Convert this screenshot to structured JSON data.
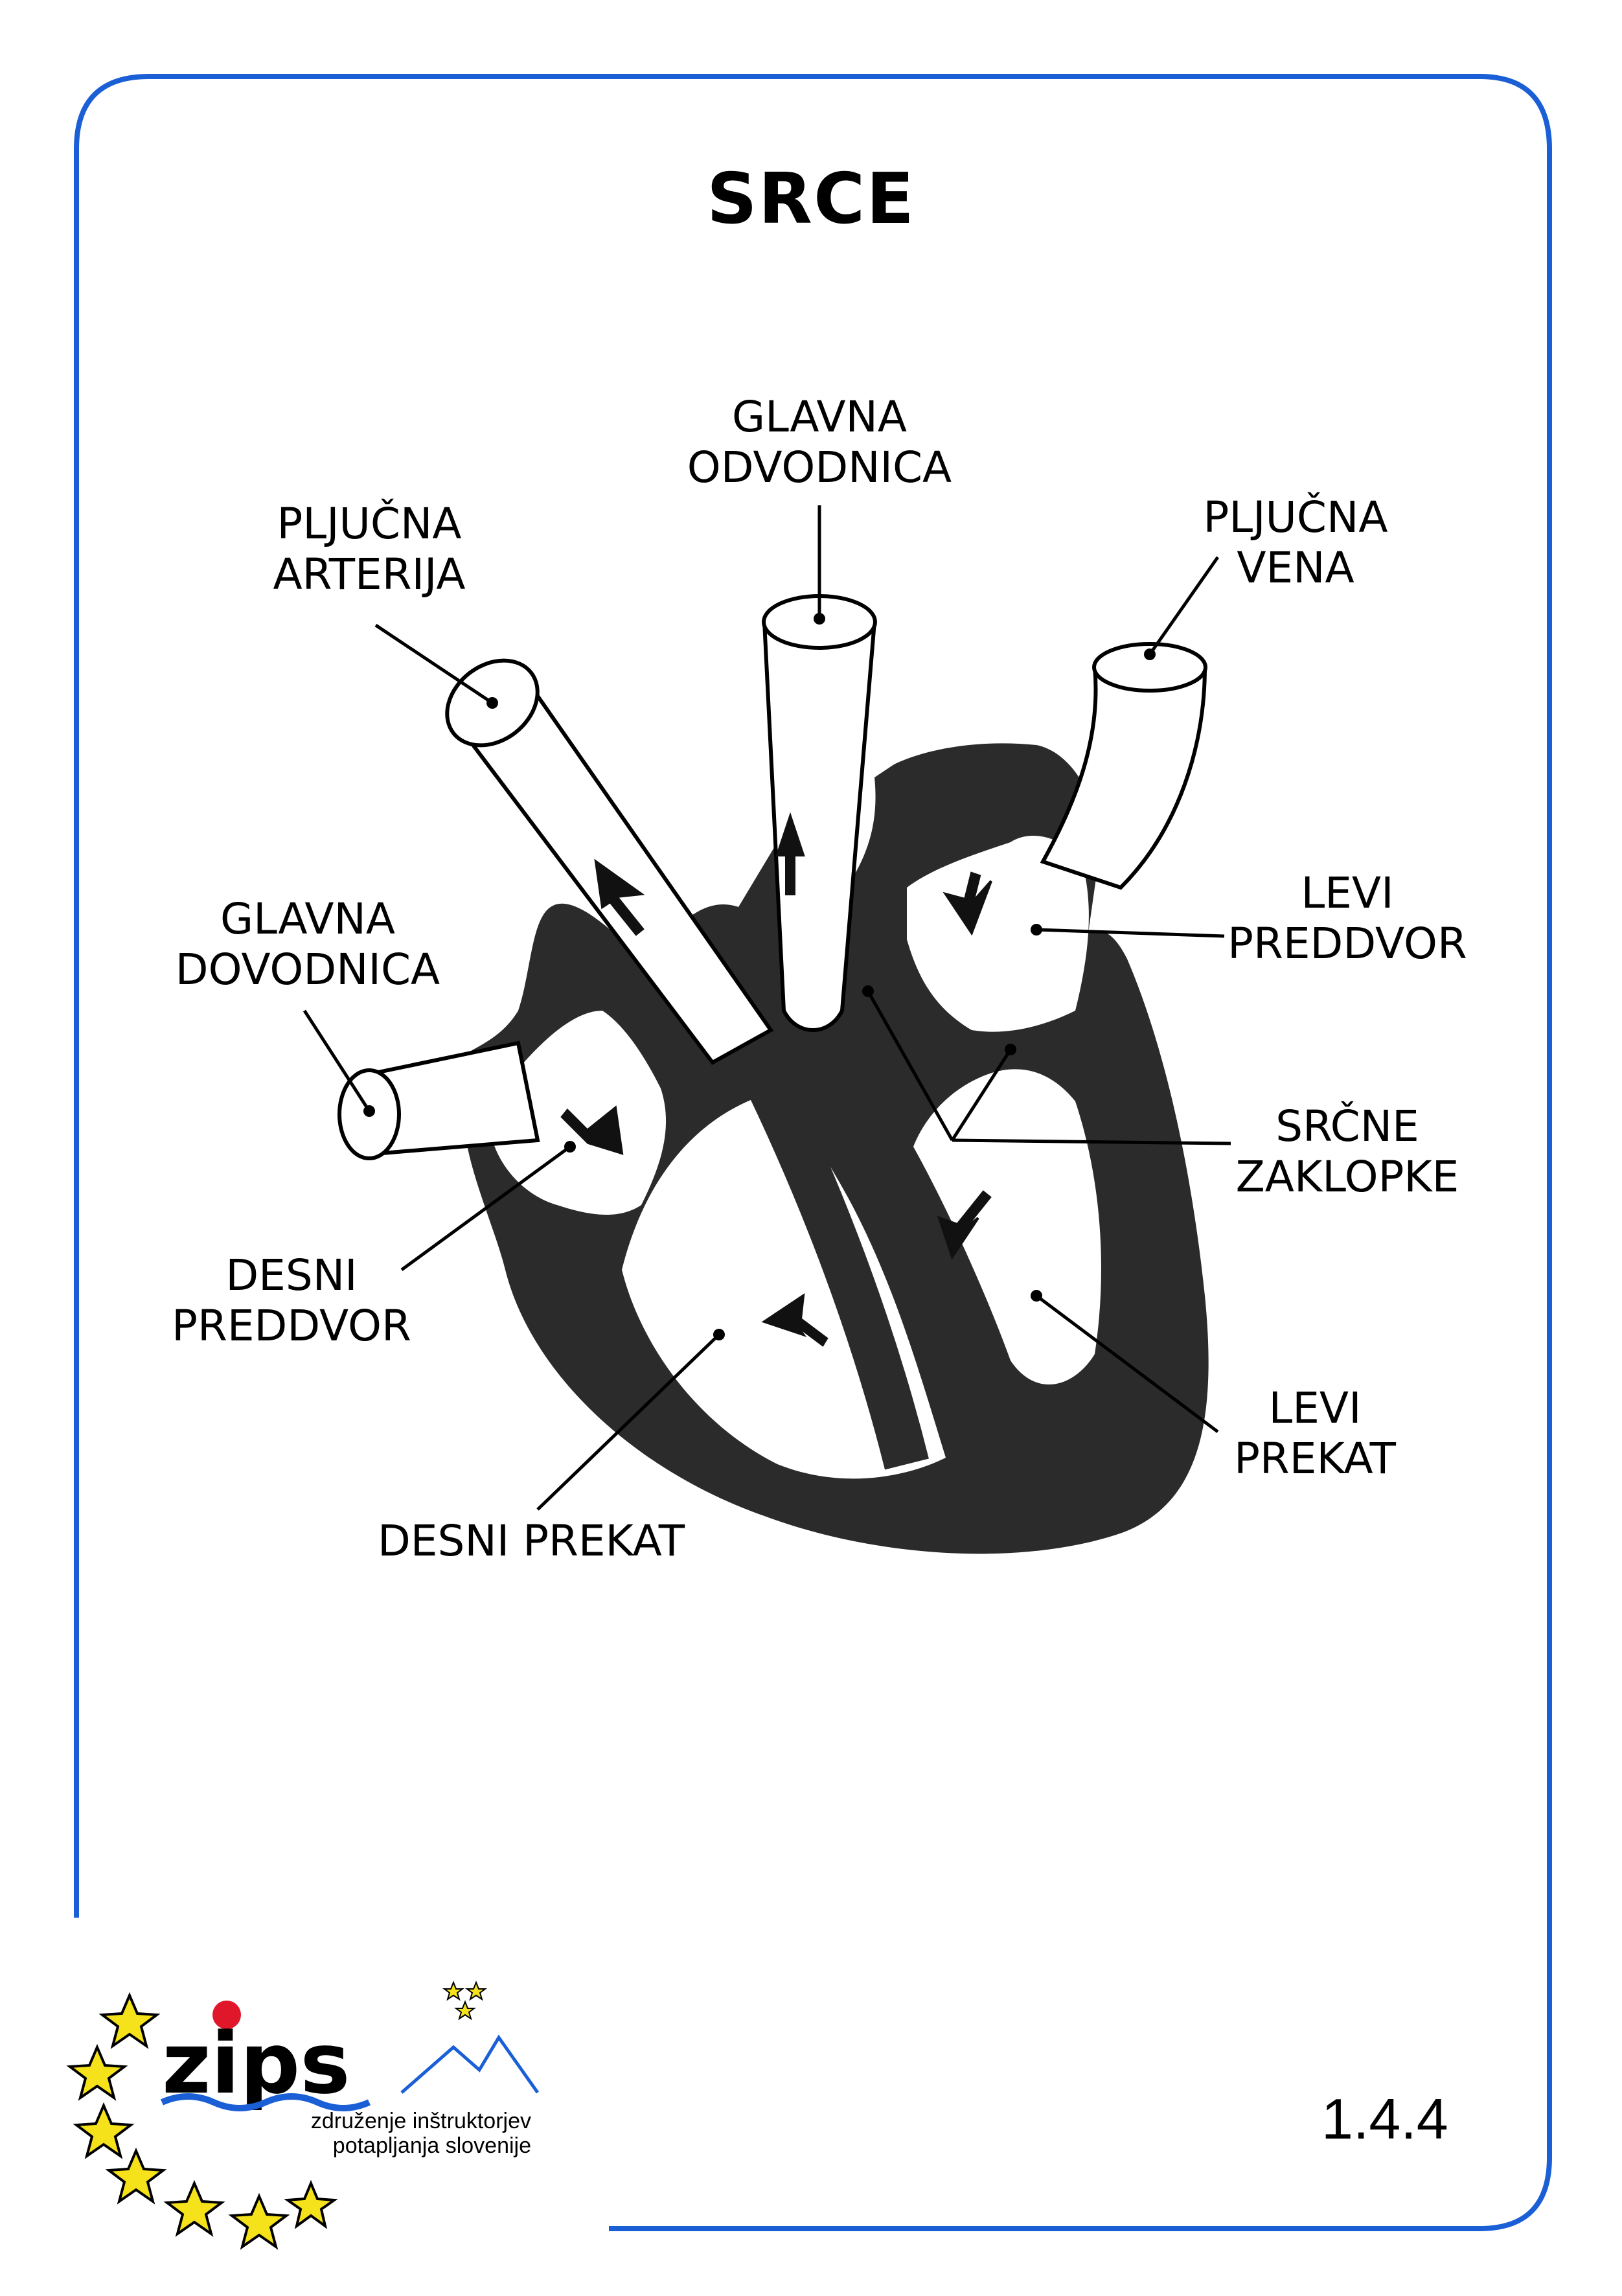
{
  "title": "SRCE",
  "labels": {
    "glavna_odvodnica": [
      "GLAVNA",
      "ODVODNICA"
    ],
    "pljucna_arterija": [
      "PLJUČNA",
      "ARTERIJA"
    ],
    "pljucna_vena": [
      "PLJUČNA",
      "VENA"
    ],
    "glavna_dovodnica": [
      "GLAVNA",
      "DOVODNICA"
    ],
    "levi_preddvor": [
      "LEVI",
      "PREDDVOR"
    ],
    "srcne_zaklopke": [
      "SRČNE",
      "ZAKLOPKE"
    ],
    "desni_preddvor": [
      "DESNI",
      "PREDDVOR"
    ],
    "levi_prekat": [
      "LEVI",
      "PREKAT"
    ],
    "desni_prekat": "DESNI PREKAT"
  },
  "page_number": "1.4.4",
  "logo": {
    "name": "zips",
    "line1": "združenje inštruktorjev",
    "line2": "potapljanja slovenije"
  },
  "colors": {
    "frame": "#1a5fd6",
    "heart_wall": "#2b2b2b",
    "star_fill": "#f5e21a",
    "logo_wave": "#1a5fd6",
    "logo_dot": "#e0162b"
  }
}
